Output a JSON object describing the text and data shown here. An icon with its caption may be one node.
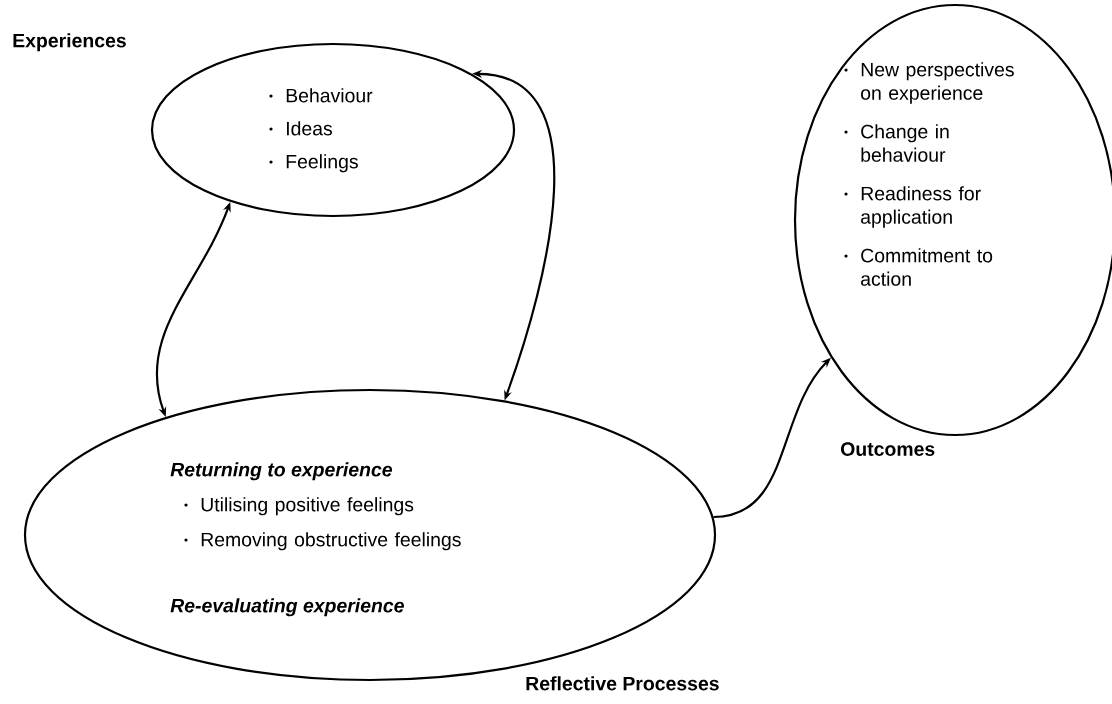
{
  "diagram": {
    "nodes": [
      {
        "text": [
          "Experiences",
          "Behaviour",
          "Ideas",
          "Feelings"
        ]
      },
      {
        "text": [
          "Reflective Processes",
          "Returning to experience",
          "Utilising positive feelings",
          "Removing obstructive feelings",
          "Re-evaluating experience"
        ]
      },
      {
        "text": [
          "Outcomes",
          "New perspectives on experience",
          "Change in behaviour",
          "Readiness for application",
          "Commitment to action"
        ]
      }
    ],
    "edges": [
      {
        "from": 0,
        "to": 1,
        "arrow": "both"
      },
      {
        "from": 0,
        "to": 1,
        "arrow": "both"
      },
      {
        "from": 1,
        "to": 2,
        "arrow": "to"
      }
    ]
  }
}
